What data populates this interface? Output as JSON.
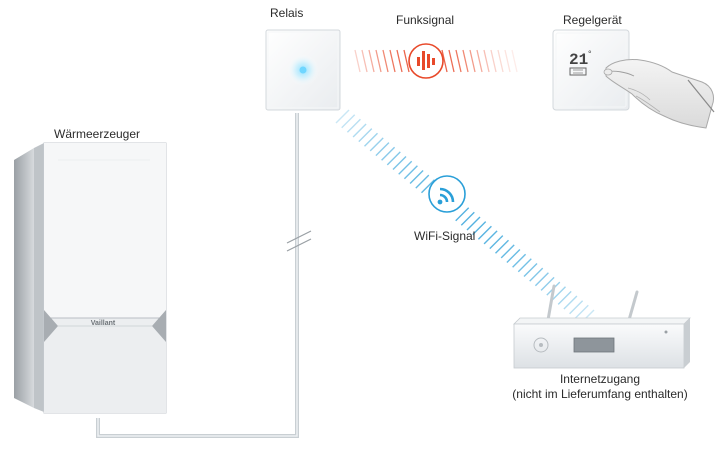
{
  "labels": {
    "relay": "Relais",
    "radio_signal": "Funksignal",
    "controller": "Regelgerät",
    "heat_generator": "Wärmeerzeuger",
    "wifi_signal": "WiFi-Signal",
    "internet_line1": "Internetzugang",
    "internet_line2": "(nicht im Lieferumfang enthalten)"
  },
  "thermostat_display": {
    "value": "21",
    "unit": "°"
  },
  "brand_mark": "Vaillant",
  "colors": {
    "radio_signal": "#e8492a",
    "wifi_signal": "#2a9fd8",
    "cable": "#c9cfd3"
  },
  "icons": {
    "radio": "signal-bars-icon",
    "wifi": "wifi-arcs-icon"
  }
}
